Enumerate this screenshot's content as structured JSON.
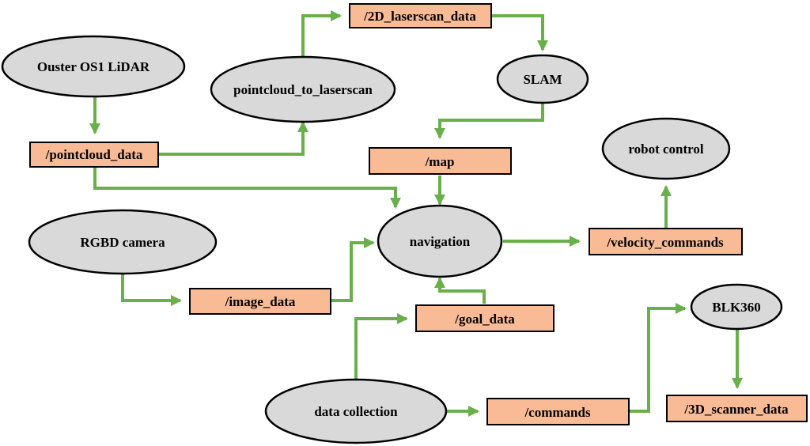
{
  "colors": {
    "node_fill": "#d9d9d9",
    "topic_fill": "#f8bb95",
    "arrow": "#6ab04a",
    "outline": "#000000"
  },
  "nodes": {
    "ouster": "Ouster OS1 LiDAR",
    "pc2ls": "pointcloud_to_laserscan",
    "slam": "SLAM",
    "robot_control": "robot control",
    "rgbd": "RGBD camera",
    "navigation": "navigation",
    "blk360": "BLK360",
    "data_collection": "data collection"
  },
  "topics": {
    "laserscan": "/2D_laserscan_data",
    "pointcloud": "/pointcloud_data",
    "map": "/map",
    "velocity": "/velocity_commands",
    "image": "/image_data",
    "goal": "/goal_data",
    "commands": "/commands",
    "scanner": "/3D_scanner_data"
  }
}
